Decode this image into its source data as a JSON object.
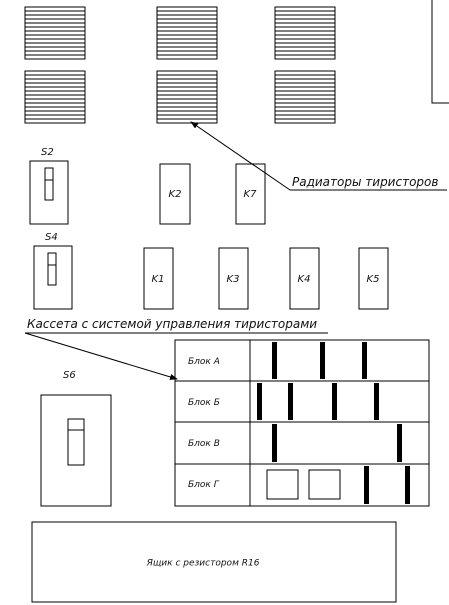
{
  "labels": {
    "radiator_callout": "Радиаторы тиристоров",
    "cassette_callout": "Кассета с системой управления тиристорами",
    "resistor_box": "Ящик с резистором R16"
  },
  "switches": {
    "s2": "S2",
    "s4": "S4",
    "s6": "S6"
  },
  "contactors": {
    "k1": "K1",
    "k2": "K2",
    "k3": "K3",
    "k4": "K4",
    "k5": "K5",
    "k7": "K7"
  },
  "blocks": {
    "a": "Блок А",
    "b": "Блок Б",
    "v": "Блок В",
    "g": "Блок Г"
  },
  "colors": {
    "line": "#000000",
    "background": "#ffffff"
  }
}
